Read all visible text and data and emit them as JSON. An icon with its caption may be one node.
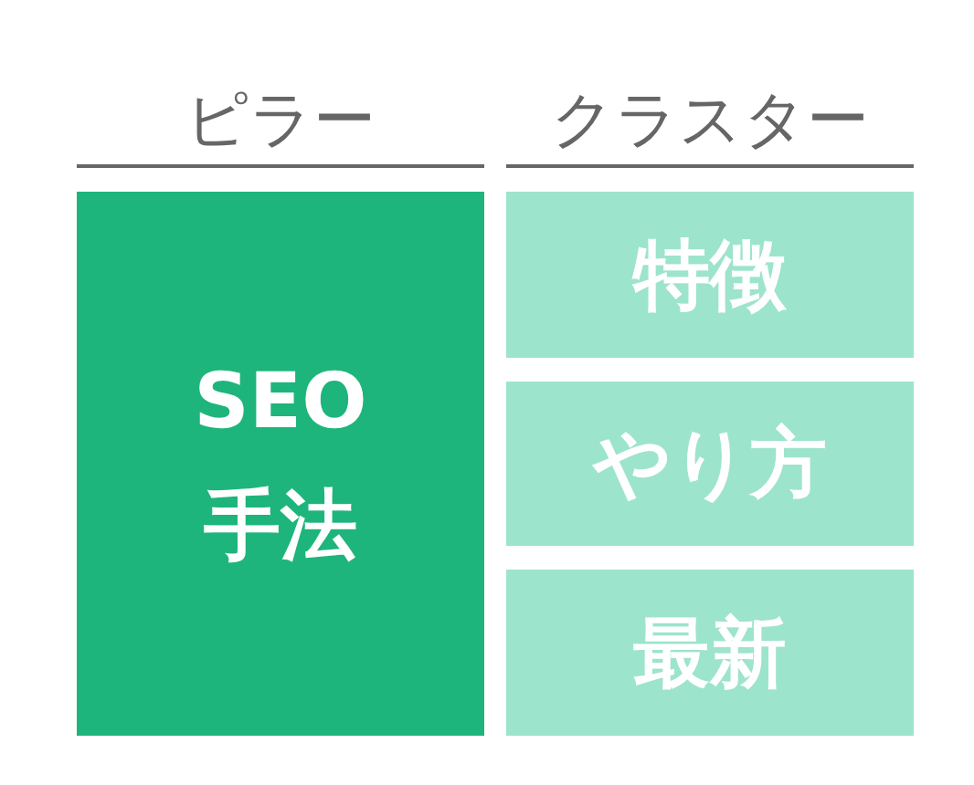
{
  "diagram": {
    "nodes": [
      {
        "text": [
          "SEO 手法"
        ]
      },
      {
        "text": [
          "特徴"
        ]
      },
      {
        "text": [
          "やり方"
        ]
      },
      {
        "text": [
          "最新"
        ]
      }
    ],
    "labels": [
      "ピラー",
      "クラスター"
    ]
  }
}
